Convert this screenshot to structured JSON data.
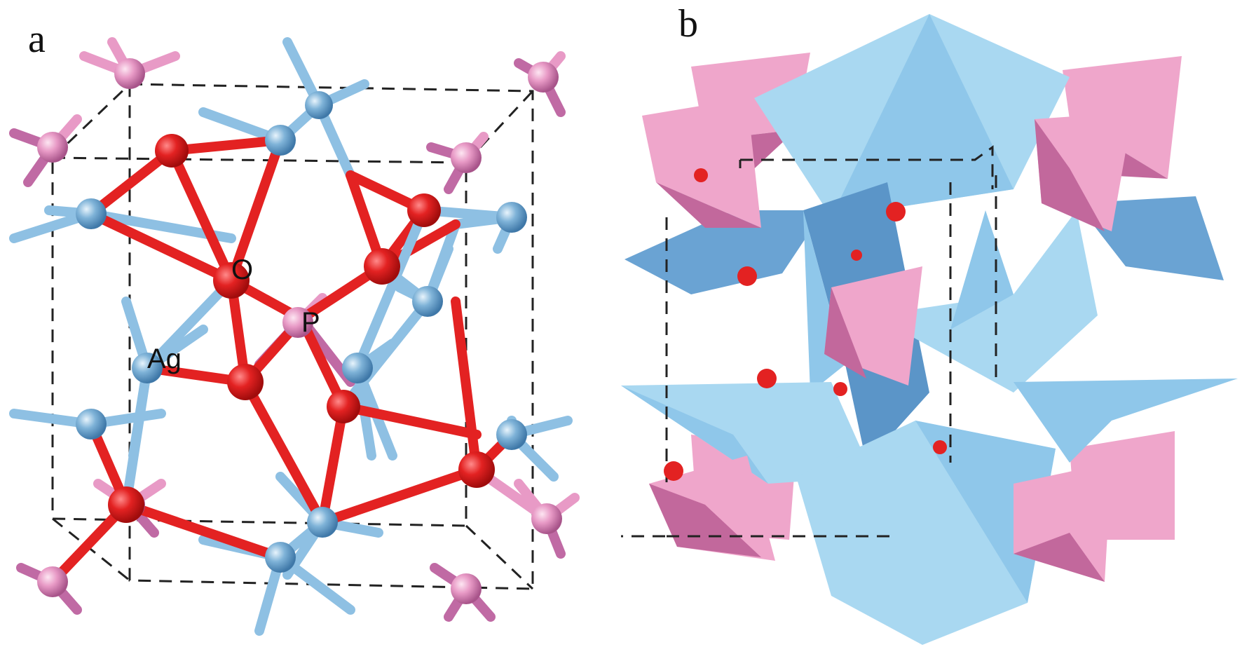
{
  "panels": {
    "a": {
      "letter": "a",
      "atom_labels": {
        "oxygen": "O",
        "phosphorus": "P",
        "silver": "Ag"
      }
    },
    "b": {
      "letter": "b"
    }
  },
  "colors": {
    "silver": "#7fb3d8",
    "silver_bond": "#8ec0e3",
    "oxygen": "#e32222",
    "phosphorus": "#e89ac6",
    "phosphorus_dark": "#a8548a",
    "poly_blue": "#9fd2ee",
    "poly_blue_dark": "#5b95c8",
    "poly_pink": "#efa6cb",
    "poly_pink_dark": "#c2689c",
    "cell_line": "#222222"
  }
}
